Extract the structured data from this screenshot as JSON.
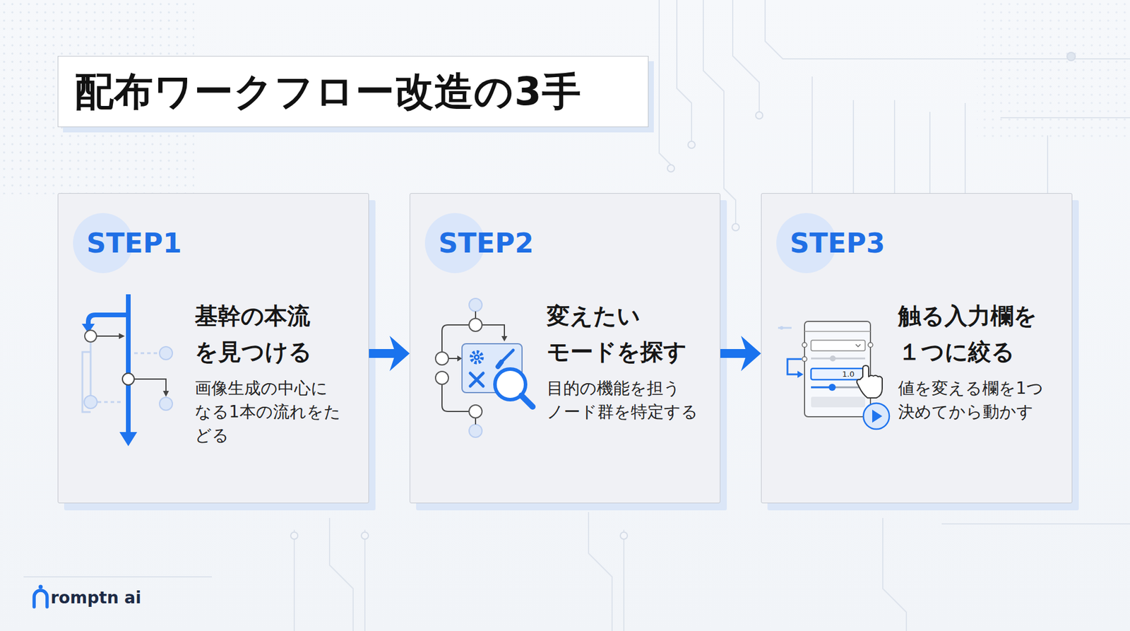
{
  "diagram": {
    "title": "配布ワークフロー改造の3手",
    "nodes": [
      {
        "text": [
          "STEP1",
          "基幹の本流 を見つける",
          "画像生成の中心に なる1本の流れをた どる"
        ]
      },
      {
        "text": [
          "STEP2",
          "変えたい モードを探す",
          "目的の機能を担う ノード群を特定する"
        ]
      },
      {
        "text": [
          "STEP3",
          "触る入力欄を １つに絞る",
          "値を変える欄を1つ 決めてから動かす"
        ]
      }
    ],
    "edges": [
      {
        "from": 0,
        "to": 1,
        "arrow": "to"
      },
      {
        "from": 1,
        "to": 2,
        "arrow": "to"
      }
    ],
    "labels": [
      "1.0",
      "romptn ai"
    ]
  }
}
